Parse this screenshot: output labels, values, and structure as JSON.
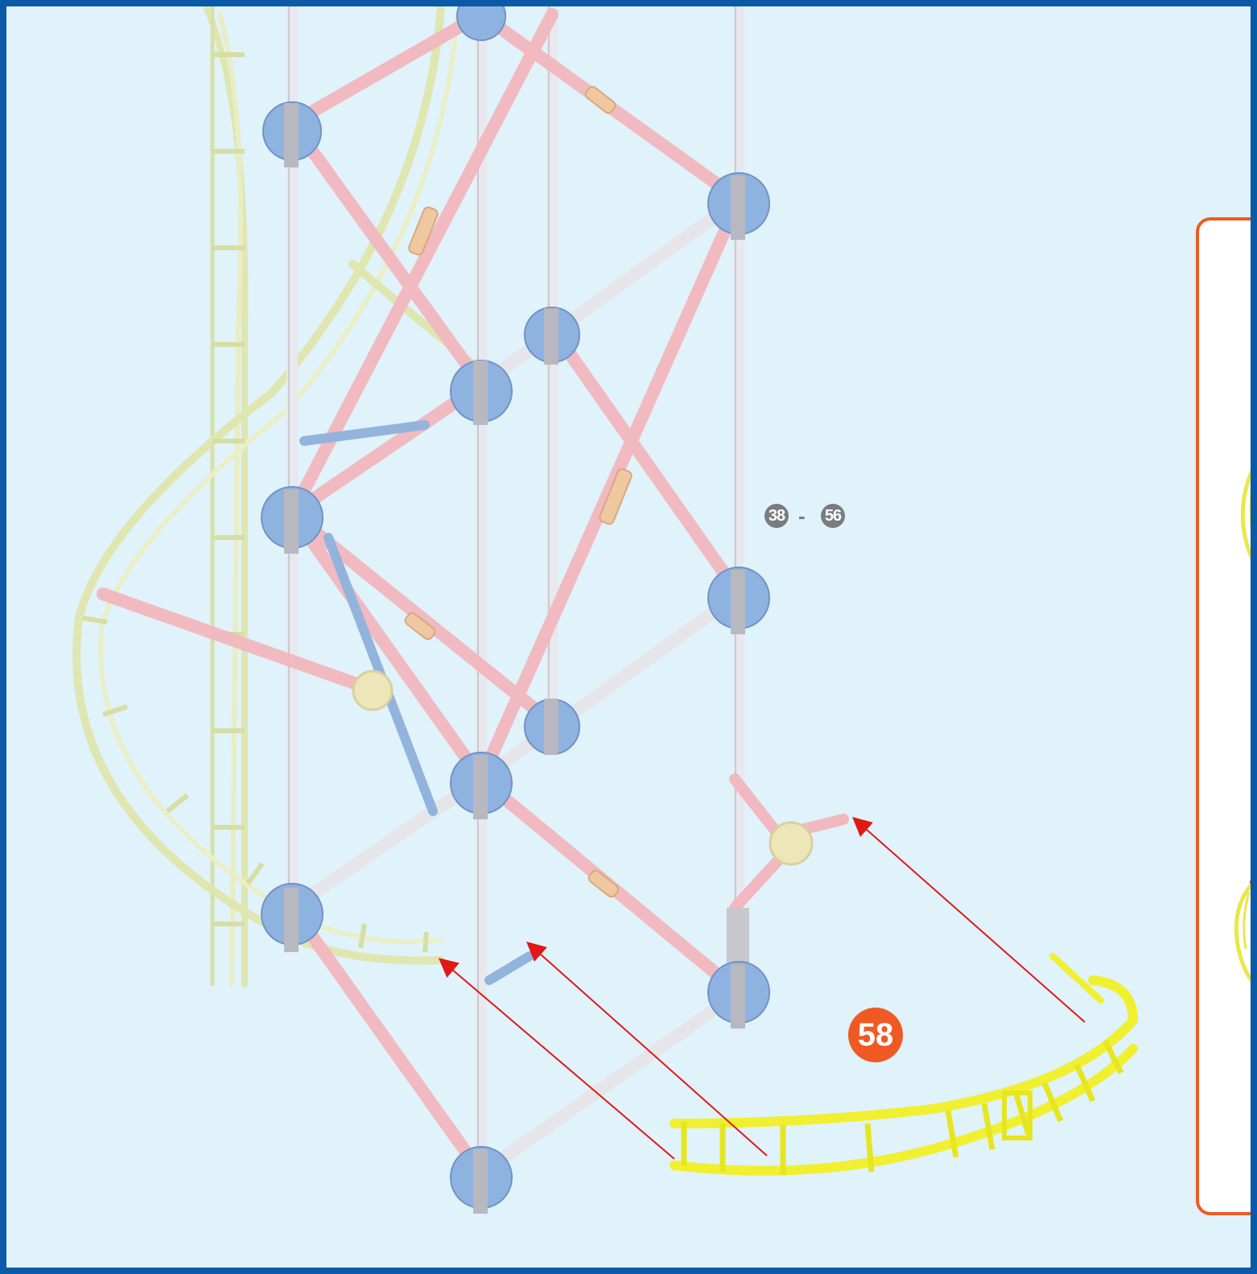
{
  "step": {
    "number": "58"
  },
  "previous_steps": {
    "from": "38",
    "separator": "-",
    "to": "56"
  },
  "colors": {
    "frame_border": "#0a5aa8",
    "background": "#e0f2fa",
    "step_badge": "#ef5a24",
    "range_badge": "#7a7c80",
    "pink_rod": "#f2b8bf",
    "white_rod": "#e6e6ea",
    "blue_connector": "#8fb3e0",
    "track_pale": "#e4eab8",
    "track_new": "#f0f030",
    "arrow": "#e01818"
  },
  "icons": {
    "connector": "hub-connector-icon",
    "new_track": "curved-track-piece-icon",
    "arrow": "placement-arrow-icon"
  }
}
